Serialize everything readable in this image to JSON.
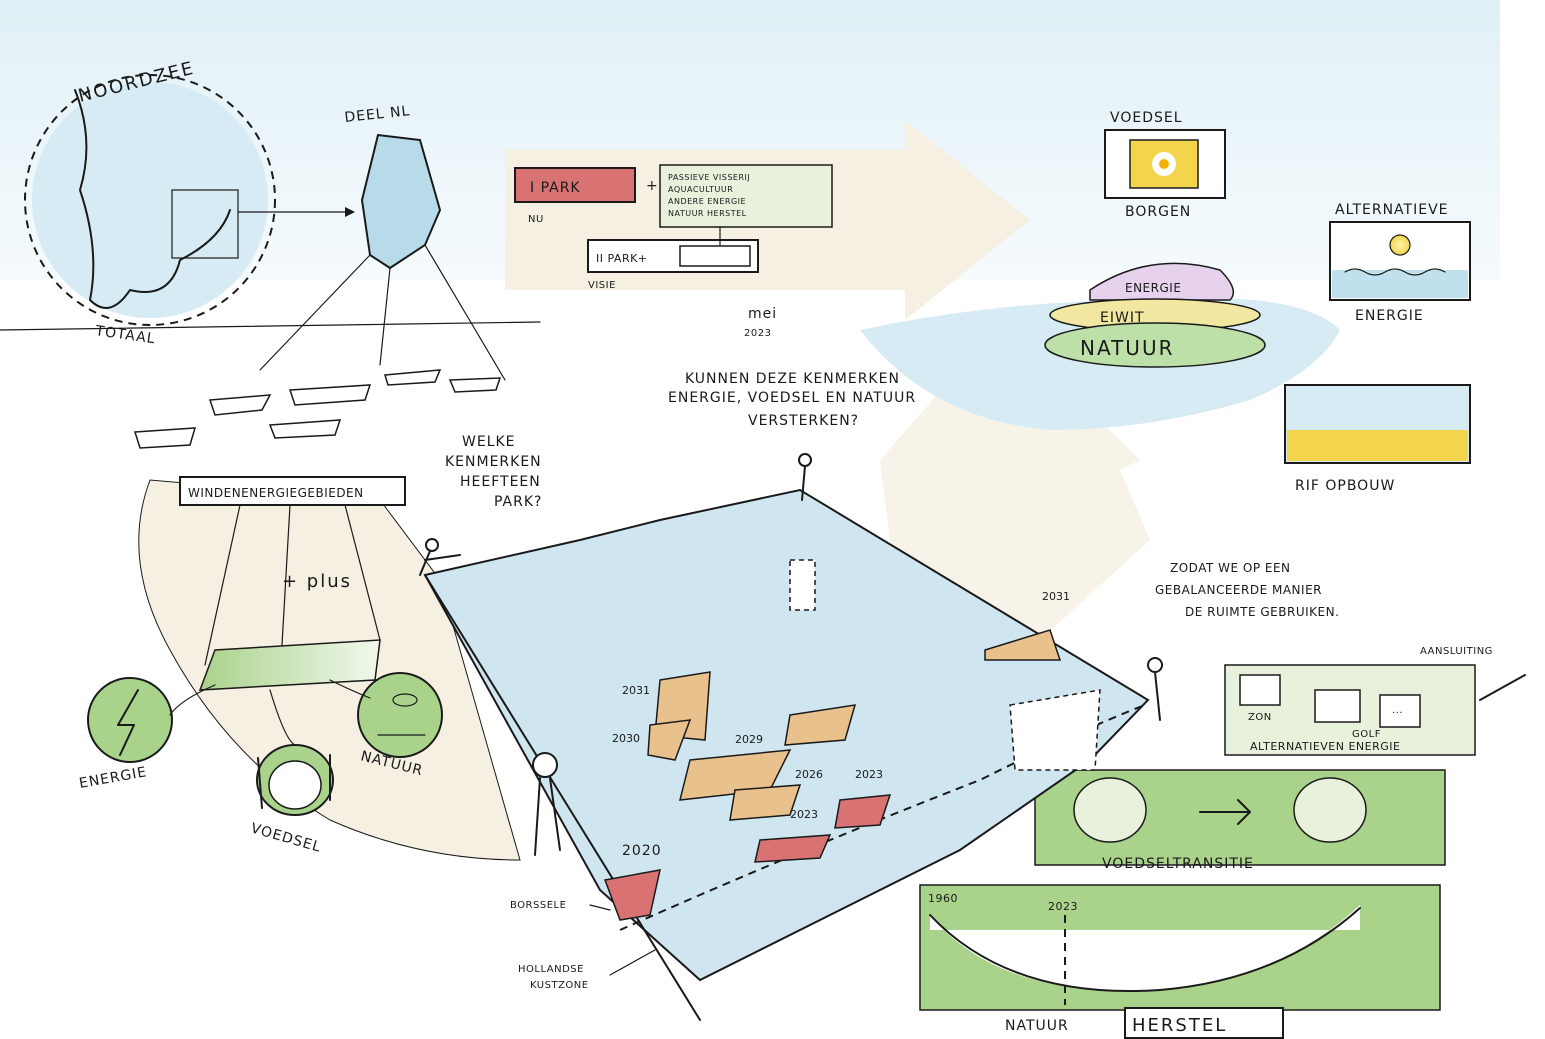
{
  "title_region": {
    "top": "NOORDZEE",
    "bottom": "TOTAAL"
  },
  "deel_nl": "DEEL NL",
  "windparks_label": "WINDENENERGIEGEBIEDEN",
  "plus_label": "+ plus",
  "circles": {
    "energie": "ENERGIE",
    "natuur": "NATUUR",
    "voedsel": "VOEDSEL"
  },
  "vision_box": {
    "park1": "I PARK",
    "plus": "+",
    "now": "NU",
    "items": [
      "PASSIEVE VISSERIJ",
      "AQUACULTUUR",
      "ANDERE ENERGIE",
      "NATUUR HERSTEL"
    ],
    "park2": "II PARK+",
    "visie": "VISIE",
    "date1": "mei",
    "date2": "2023"
  },
  "questions": {
    "q1": [
      "KUNNEN DEZE KENMERKEN",
      "ENERGIE, VOEDSEL EN NATUUR",
      "VERSTERKEN?"
    ],
    "q2": [
      "WELKE",
      "KENMERKEN",
      "HEEFTEEN",
      "PARK?"
    ],
    "q3": [
      "ZODAT WE OP EEN",
      "GEBALANCEERDE MANIER",
      "DE RUIMTE GEBRUIKEN."
    ]
  },
  "island_layers": {
    "energie": "ENERGIE",
    "eiwit": "EIWIT",
    "natuur": "NATUUR"
  },
  "right_panels": {
    "voedsel_top": "VOEDSEL",
    "borgen": "BORGEN",
    "alt_top": "ALTERNATIEVE",
    "alt_bottom": "ENERGIE",
    "rif": "RIF OPBOUW",
    "aansluiting": "AANSLUITING",
    "zon": "ZON",
    "golf": "GOLF",
    "dots": "...",
    "alt_energie": "ALTERNATIEVEN ENERGIE",
    "voedseltransitie": "VOEDSELTRANSITIE",
    "natuur": "NATUUR",
    "herstel": "HERSTEL",
    "year_start": "1960",
    "year_mid": "2023"
  },
  "map_years": {
    "y2031a": "2031",
    "y2031b": "2031",
    "y2030": "2030",
    "y2029": "2029",
    "y2026": "2026",
    "y2023a": "2023",
    "y2023b": "2023",
    "y2020": "2020"
  },
  "map_callouts": {
    "borssele": "BORSSELE",
    "hollandse1": "HOLLANDSE",
    "hollandse2": "KUSTZONE"
  },
  "colors": {
    "sea": "#cfe6f0",
    "sky": "#e4f2f7",
    "beige": "#f6f0e2",
    "green": "#a9d28b",
    "orange": "#e9c18d",
    "red": "#d97272"
  }
}
